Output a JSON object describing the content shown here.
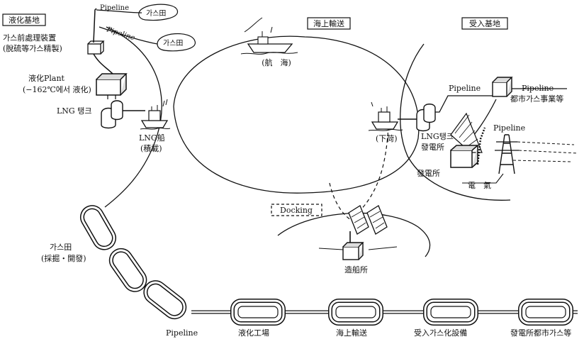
{
  "sections": {
    "liquefaction_base": "液化基地",
    "sea_transport": "海上輸送",
    "receiving_base": "受入基地"
  },
  "left_zone": {
    "pretreatment_line1": "가스前處理裝置",
    "pretreatment_line2": "(脫硫等가스精製)",
    "pipeline_top": "Pipeline",
    "pipeline_diag": "Pipeline",
    "gas_field_1": "가스田",
    "gas_field_2": "가스田",
    "plant_line1": "液化Plant",
    "plant_line2": "(−162℃에서 液化)",
    "lng_tank": "LNG 탱크",
    "lng_ship_line1": "LNG船",
    "lng_ship_line2": "(積載)"
  },
  "center": {
    "voyage": "(航　海)",
    "docking": "Docking",
    "shipyard": "造船所"
  },
  "right_zone": {
    "unloading": "(下荷)",
    "pipeline_left": "Pipeline",
    "pipeline_right": "Pipeline",
    "city_gas": "都市가스事業等",
    "lng_tank_line1": "LNG탱크",
    "lng_tank_line2": "發電所",
    "power_plant": "發電所",
    "pipeline_tower": "Pipeline",
    "electricity": "電　氣"
  },
  "gas_field_label": {
    "line1": "가스田",
    "line2": "(採掘・開發)"
  },
  "chain": {
    "pipeline": "Pipeline",
    "plant": "液化工場",
    "sea": "海上輸送",
    "receive": "受入가스化設備",
    "end": "發電所都市가스等"
  }
}
